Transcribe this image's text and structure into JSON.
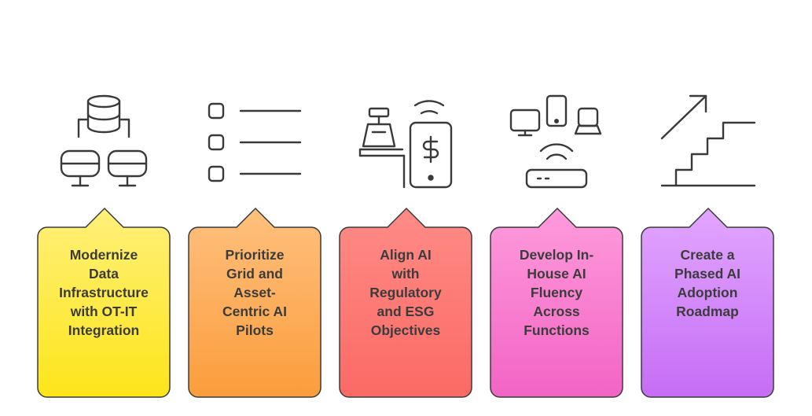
{
  "steps": [
    {
      "icon": "database-network-icon",
      "label": "Modernize\nData\nInfrastructure\nwith OT-IT\nIntegration",
      "color_top": "#fff07a",
      "color_bottom": "#fde51a"
    },
    {
      "icon": "checklist-icon",
      "label": "Prioritize\nGrid and\nAsset-\nCentric AI\nPilots",
      "color_top": "#ffc07e",
      "color_bottom": "#fb9d3c"
    },
    {
      "icon": "cash-register-mobile-payment-icon",
      "label": "Align AI\nwith\nRegulatory\nand ESG\nObjectives",
      "color_top": "#ff8b86",
      "color_bottom": "#fb6a65"
    },
    {
      "icon": "connected-devices-router-icon",
      "label": "Develop In-\nHouse AI\nFluency\nAcross\nFunctions",
      "color_top": "#ff9bdc",
      "color_bottom": "#f264c4"
    },
    {
      "icon": "staircase-growth-icon",
      "label": "Create a\nPhased AI\nAdoption\nRoadmap",
      "color_top": "#e2a6ff",
      "color_bottom": "#c56df5"
    }
  ]
}
